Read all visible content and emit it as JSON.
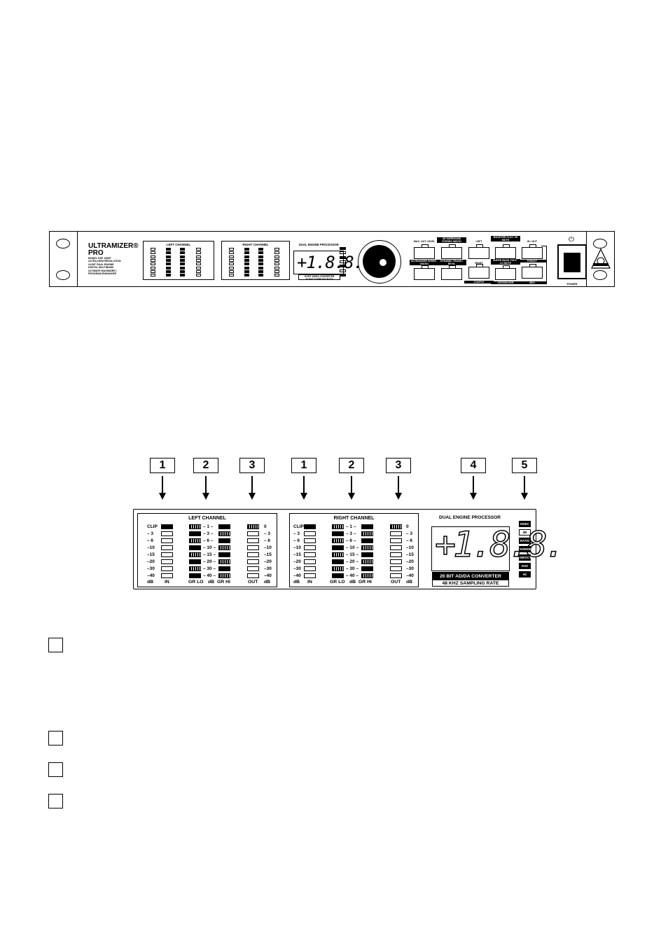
{
  "device": {
    "brand": "ULTRAMIZER®",
    "brand2": "PRO",
    "sub_lines": [
      "MODEL DSP 1400P",
      "ULTRA-HIGH RESOLUTION",
      "24-BIT DUAL ENGINE",
      "DIGITAL MULTIBAND",
      "ULTIMATE MAXIMIZER /",
      "PROGRAM ENHANCER"
    ],
    "power_label": "POWER",
    "power_symbol": "⏻"
  },
  "buttons": [
    {
      "top_label": "MAX. OUT LEVEL",
      "bottom_label": "ULTRAMIZER SPEED / RADIO"
    },
    {
      "top_label": "3D SURROUND STEREO WIDTH",
      "bottom_label": "DYNAMIC TRANS / REVIL"
    },
    {
      "top_label": "LEFT",
      "bottom_label": "RIGHT",
      "extra": "COUPLE"
    },
    {
      "top_label": "BOOSTER FLAT / HI MUTE",
      "bottom_label": "SUPER BASS TOUT / LO MUTE",
      "extra": "CROSSOVER"
    },
    {
      "top_label": "IN / OUT",
      "bottom_label": "PRESET",
      "extra": "MIDI"
    }
  ],
  "callouts": [
    "1",
    "2",
    "3",
    "1",
    "2",
    "3",
    "4",
    "5"
  ],
  "left_channel": {
    "title": "LEFT  CHANNEL",
    "levels_in": [
      "CLIP",
      "– 3",
      "– 6",
      "–10",
      "–15",
      "–20",
      "–30",
      "–40"
    ],
    "levels_gr": [
      "1",
      "3",
      "6",
      "10",
      "15",
      "20",
      "30",
      "40"
    ],
    "levels_out": [
      "0",
      "– 3",
      "– 6",
      "–10",
      "–15",
      "–20",
      "–30",
      "–40"
    ],
    "foot": {
      "db1": "dB",
      "in": "IN",
      "grlo": "GR LO",
      "db2": "dB",
      "grhi": "GR HI",
      "out": "OUT",
      "db3": "dB"
    }
  },
  "right_channel": {
    "title": "RIGHT  CHANNEL",
    "levels_in": [
      "CLIP",
      "– 3",
      "– 6",
      "–10",
      "–15",
      "–20",
      "–30",
      "–40"
    ],
    "levels_gr": [
      "1",
      "3",
      "6",
      "10",
      "15",
      "20",
      "30",
      "40"
    ],
    "levels_out": [
      "0",
      "– 3",
      "– 6",
      "–10",
      "–15",
      "–20",
      "–30",
      "–40"
    ],
    "foot": {
      "db1": "dB",
      "in": "IN",
      "grlo": "GR LO",
      "db2": "dB",
      "grhi": "GR HI",
      "out": "OUT",
      "db3": "dB"
    }
  },
  "main_display": {
    "engine_title": "DUAL ENGINE PROCESSOR",
    "digits": "+1.8.8.",
    "converter": "20 BIT AD/DA CONVERTER",
    "rate": "48 KHZ SAMPLING RATE",
    "units": [
      "MSEC",
      "dB",
      "RATIO",
      "%/WIDE",
      "DB/OCT",
      "KHZ",
      "Hz"
    ]
  }
}
